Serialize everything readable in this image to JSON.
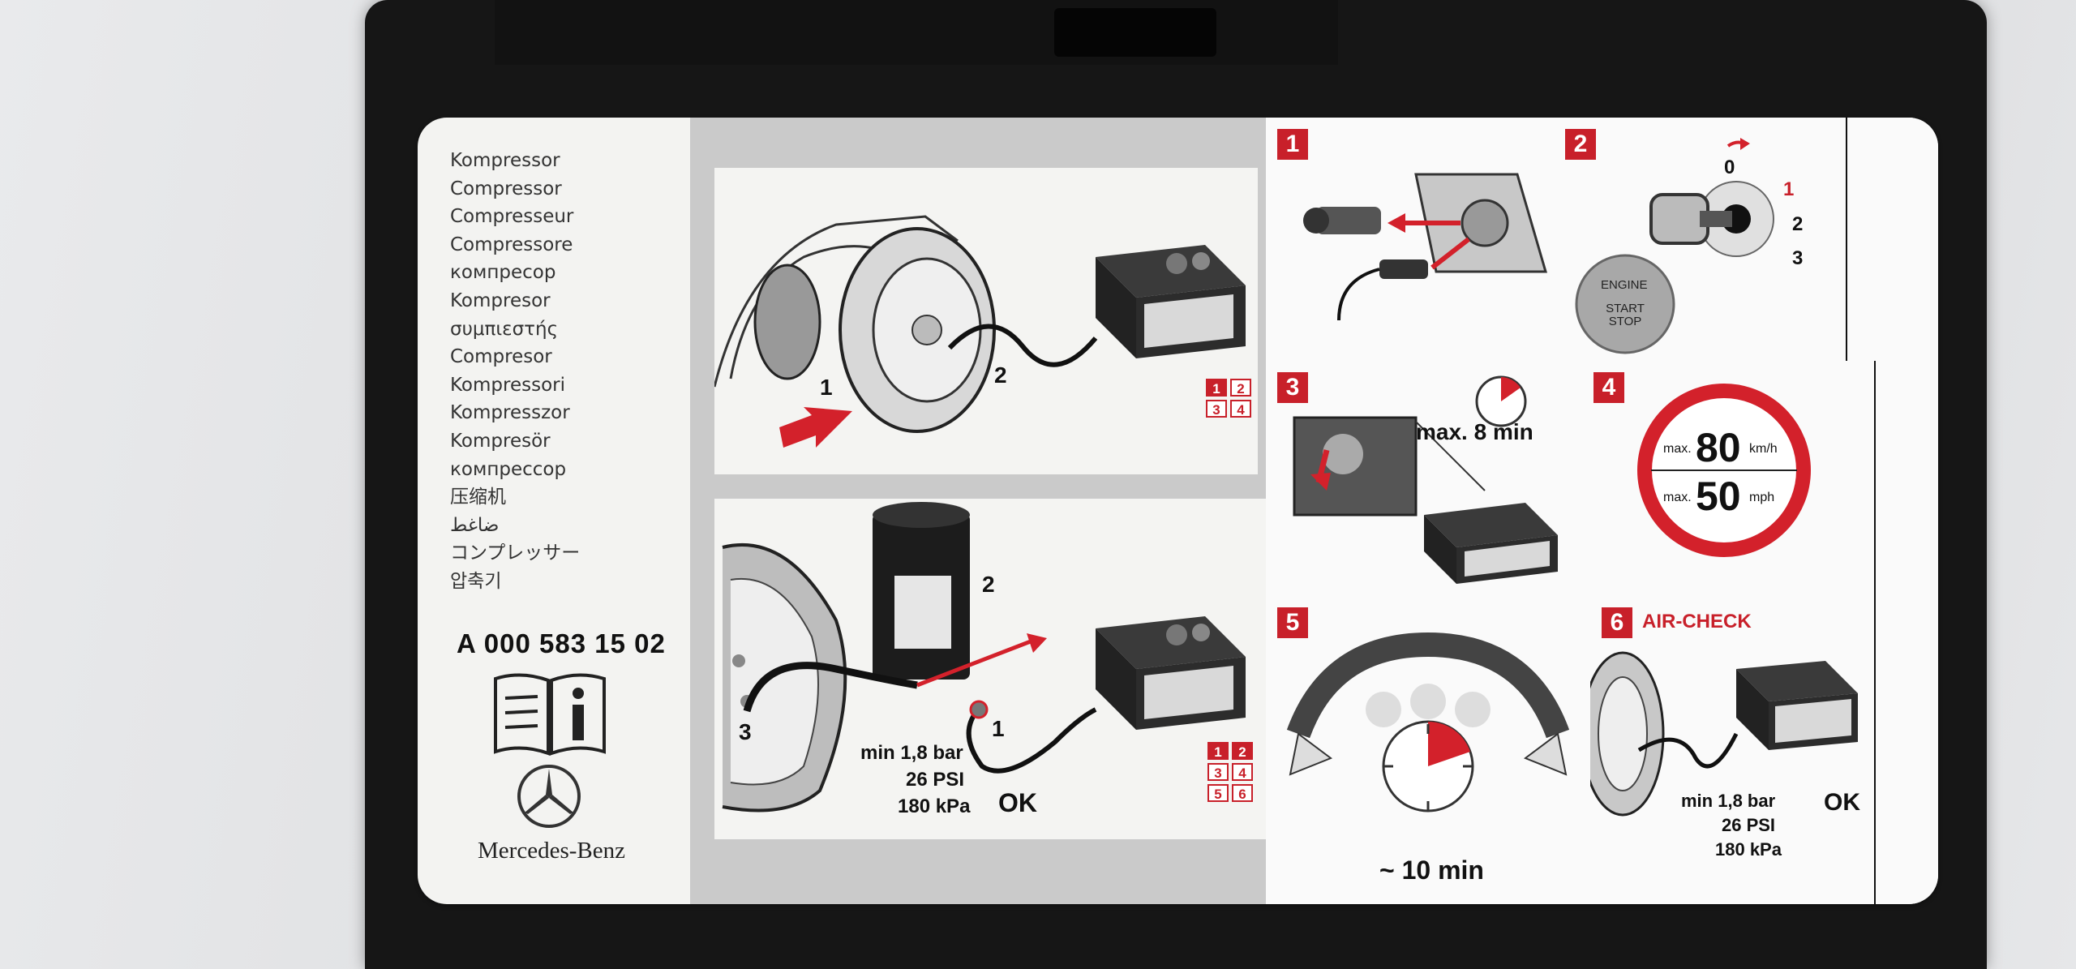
{
  "names": [
    "Kompressor",
    "Compressor",
    "Compresseur",
    "Compressore",
    "компресор",
    "Kompresor",
    "συμπιεστής",
    "Compresor",
    "Kompressori",
    "Kompresszor",
    "Kompresör",
    "компрессор",
    "压缩机",
    "ضاغط",
    "コンプレッサー",
    "압축기"
  ],
  "part_number": "A 000 583 15 02",
  "brand": "Mercedes-Benz",
  "icons": {
    "manual": "manual-book-icon",
    "logo": "mercedes-star-icon"
  },
  "scene_top": {
    "callout_1": "1",
    "callout_2": "2",
    "steps": [
      "1",
      "2",
      "3",
      "4"
    ]
  },
  "scene_bottom": {
    "callout_1": "1",
    "callout_2": "2",
    "callout_3": "3",
    "pressure": {
      "bar": "min 1,8 bar",
      "psi": "26 PSI",
      "kpa": "180 kPa"
    },
    "ok": "OK",
    "steps": [
      "1",
      "2",
      "3",
      "4",
      "5",
      "6"
    ]
  },
  "steps": {
    "s1": {
      "num": "1"
    },
    "s2": {
      "num": "2",
      "positions": [
        "0",
        "1",
        "2",
        "3"
      ],
      "button_top": "ENGINE",
      "button_bottom": "START STOP"
    },
    "s3": {
      "num": "3",
      "time": "max. 8 min"
    },
    "s4": {
      "num": "4",
      "max_label": "max.",
      "kmh_value": "80",
      "kmh_unit": "km/h",
      "mph_value": "50",
      "mph_unit": "mph"
    },
    "s5": {
      "num": "5",
      "time": "~ 10 min"
    },
    "s6": {
      "num": "6",
      "title": "AIR-CHECK",
      "pressure": {
        "bar": "min 1,8 bar",
        "psi": "26 PSI",
        "kpa": "180 kPa"
      },
      "ok": "OK"
    }
  },
  "colors": {
    "accent_red": "#c8202a",
    "label_bg": "#f3f3f1",
    "case": "#161616"
  }
}
